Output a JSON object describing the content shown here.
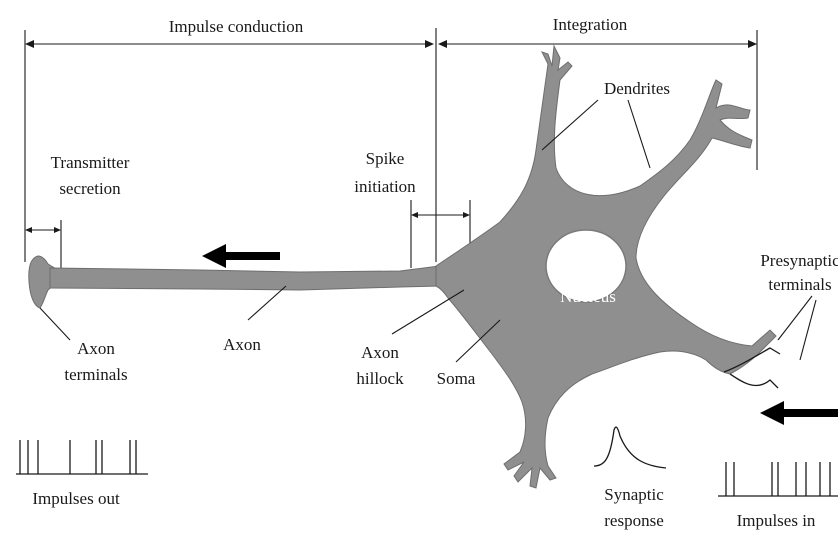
{
  "labels": {
    "impulse_conduction": "Impulse conduction",
    "integration": "Integration",
    "dendrites": "Dendrites",
    "transmitter_l1": "Transmitter",
    "transmitter_l2": "secretion",
    "spike_l1": "Spike",
    "spike_l2": "initiation",
    "presynaptic_l1": "Presynaptic",
    "presynaptic_l2": "terminals",
    "nucleus": "Nucleus",
    "axon_terminals_l1": "Axon",
    "axon_terminals_l2": "terminals",
    "axon": "Axon",
    "axon_hillock_l1": "Axon",
    "axon_hillock_l2": "hillock",
    "soma": "Soma",
    "impulses_out": "Impulses out",
    "synaptic_l1": "Synaptic",
    "synaptic_l2": "response",
    "impulses_in": "Impulses in"
  },
  "colors": {
    "neuron_fill": "#8f8f8f",
    "line": "#1a1a1a",
    "nucleus_fill": "#ffffff"
  },
  "icons": {
    "output_direction": "arrow-left-icon",
    "input_direction": "arrow-left-icon"
  }
}
